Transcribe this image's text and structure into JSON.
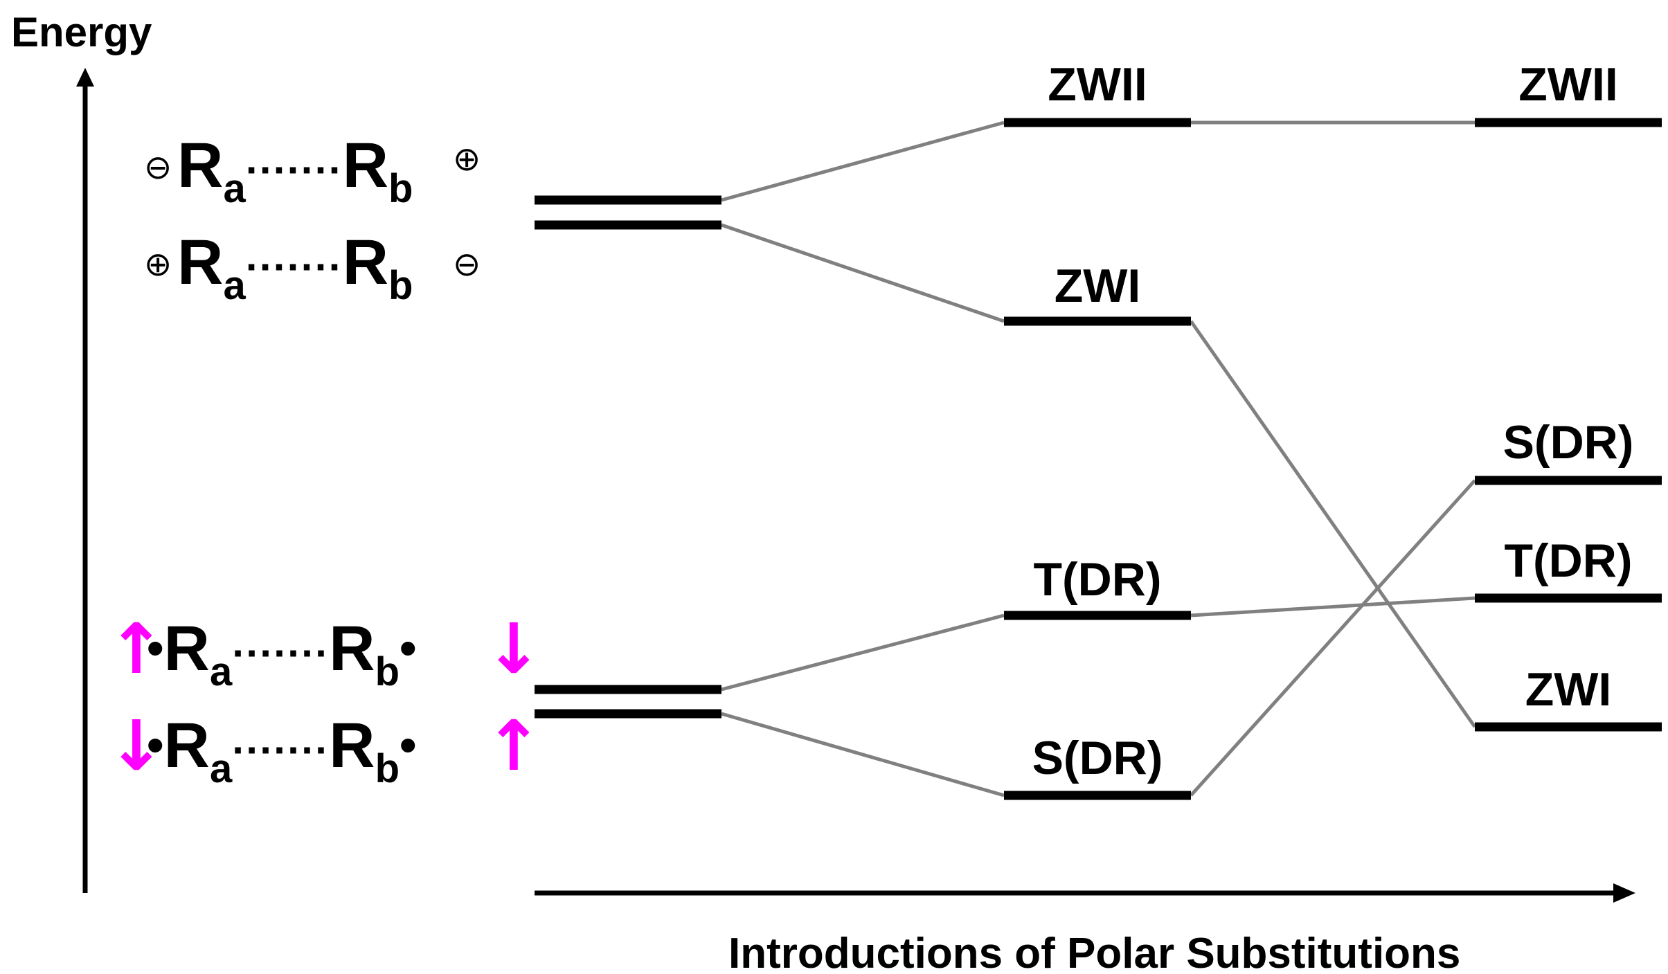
{
  "axes": {
    "y_label": "Energy",
    "x_label": "Introductions of Polar Substitutions"
  },
  "colors": {
    "level": "#000000",
    "connector": "#808080",
    "spin_arrow": "#ff00ff",
    "text": "#000000"
  },
  "left_states": {
    "zwitterionic": [
      {
        "left_charge": "⊖",
        "center_a": "R",
        "sub_a": "a",
        "dots": "·······",
        "center_b": "R",
        "sub_b": "b",
        "right_charge": "⊕"
      },
      {
        "left_charge": "⊕",
        "center_a": "R",
        "sub_a": "a",
        "dots": "·······",
        "center_b": "R",
        "sub_b": "b",
        "right_charge": "⊖"
      }
    ],
    "diradical": [
      {
        "left_spin": "↑",
        "left_dot": "•",
        "center_a": "R",
        "sub_a": "a",
        "dots": "·······",
        "center_b": "R",
        "sub_b": "b",
        "right_dot": "•",
        "right_spin": "↓"
      },
      {
        "left_spin": "↓",
        "left_dot": "•",
        "center_a": "R",
        "sub_a": "a",
        "dots": "·······",
        "center_b": "R",
        "sub_b": "b",
        "right_dot": "•",
        "right_spin": "↑"
      }
    ]
  },
  "middle_levels": {
    "zwii": "ZWII",
    "zwi": "ZWI",
    "tdr": "T(DR)",
    "sdr": "S(DR)"
  },
  "right_levels": {
    "zwii": "ZWII",
    "sdr": "S(DR)",
    "tdr": "T(DR)",
    "zwi": "ZWI"
  }
}
